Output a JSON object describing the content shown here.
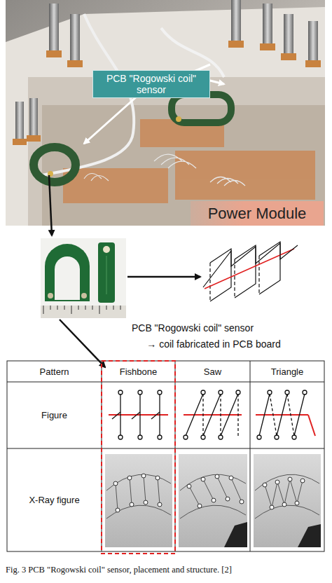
{
  "diagram": {
    "caption": "Fig. 3 PCB \"Rogowski coil\" sensor, placement and structure. [2]",
    "nodes": [
      {
        "text": [
          "PCB \"Rogowski coil\" sensor"
        ]
      },
      {
        "text": [
          "Power Module"
        ]
      }
    ],
    "labels": [
      "PCB \"Rogowski coil\" sensor",
      "→ coil fabricated in PCB board",
      "Pattern",
      "Fishbone",
      "Saw",
      "Triangle",
      "Figure",
      "X-Ray figure"
    ]
  }
}
